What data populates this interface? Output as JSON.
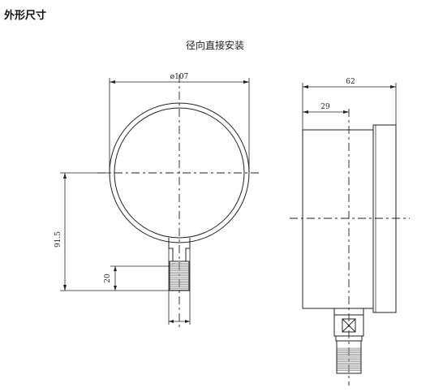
{
  "page": {
    "section_title": "外形尺寸",
    "drawing_caption": "径向直接安装"
  },
  "dimensions": {
    "front_diameter": "ø107",
    "center_height": "91.5",
    "thread_length": "20",
    "side_depth": "62",
    "case_depth": "29"
  },
  "colors": {
    "line": "#222222",
    "thread_hatch": "#8a8a8a"
  }
}
